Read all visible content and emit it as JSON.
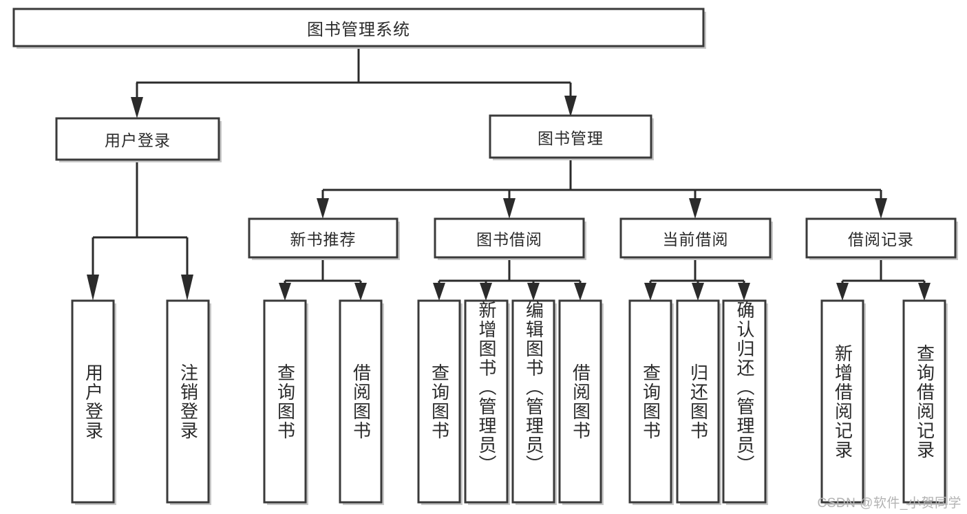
{
  "diagram": {
    "type": "tree",
    "title": "图书管理系统",
    "orientation": "top-down",
    "colors": {
      "box_stroke": "#3a3a3a",
      "box_fill": "#ffffff",
      "connector": "#2b2b2b",
      "text": "#2b2b2b",
      "watermark": "#b3b3b3",
      "background": "#ffffff"
    },
    "root": {
      "label": "图书管理系统"
    },
    "level2": [
      {
        "label": "用户登录"
      },
      {
        "label": "图书管理"
      }
    ],
    "level3": [
      {
        "label": "新书推荐"
      },
      {
        "label": "图书借阅"
      },
      {
        "label": "当前借阅"
      },
      {
        "label": "借阅记录"
      }
    ],
    "leaves": {
      "user_login": [
        {
          "label": "用户登录"
        },
        {
          "label": "注销登录"
        }
      ],
      "new_book_recommend": [
        {
          "label": "查询图书"
        },
        {
          "label": "借阅图书"
        }
      ],
      "book_borrow": [
        {
          "label": "查询图书"
        },
        {
          "label": "新增图书（管理员）"
        },
        {
          "label": "编辑图书（管理员）"
        },
        {
          "label": "借阅图书"
        }
      ],
      "current_borrow": [
        {
          "label": "查询图书"
        },
        {
          "label": "归还图书"
        },
        {
          "label": "确认归还（管理员）"
        }
      ],
      "borrow_record": [
        {
          "label": "新增借阅记录"
        },
        {
          "label": "查询借阅记录"
        }
      ]
    }
  },
  "watermark": {
    "text": "CSDN @软件_小贺同学"
  }
}
